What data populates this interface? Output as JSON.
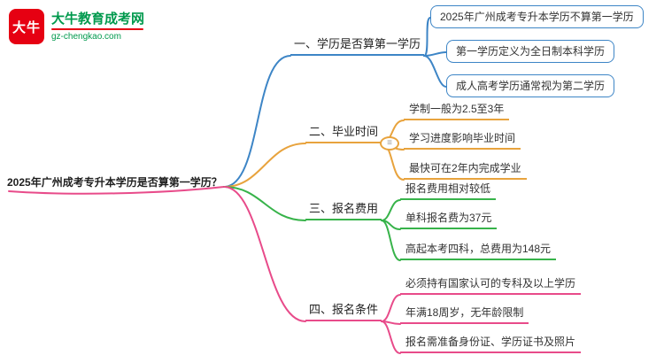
{
  "logo": {
    "icon_text": "大牛",
    "title": "大牛教育成考网",
    "domain": "gz-chengkao.com",
    "red": "#e60012",
    "green": "#00994d"
  },
  "central": {
    "text": "2025年广州成考专升本学历是否算第一学历？",
    "underline_color": "#e84b8a"
  },
  "icons": {
    "collapse": "≡"
  },
  "branches": [
    {
      "label": "一、学历是否算第一学历",
      "color": "#3d85c6",
      "children": [
        "2025年广州成考专升本学历不算第一学历",
        "第一学历定义为全日制本科学历",
        "成人高考学历通常视为第二学历"
      ]
    },
    {
      "label": "二、毕业时间",
      "color": "#e8a33d",
      "children": [
        "学制一般为2.5至3年",
        "学习进度影响毕业时间",
        "最快可在2年内完成学业"
      ]
    },
    {
      "label": "三、报名费用",
      "color": "#37b34a",
      "children": [
        "报名费用相对较低",
        "单科报名费为37元",
        "高起本考四科，总费用为148元"
      ]
    },
    {
      "label": "四、报名条件",
      "color": "#e84b8a",
      "children": [
        "必须持有国家认可的专科及以上学历",
        "年满18周岁，无年龄限制",
        "报名需准备身份证、学历证书及照片"
      ]
    }
  ]
}
